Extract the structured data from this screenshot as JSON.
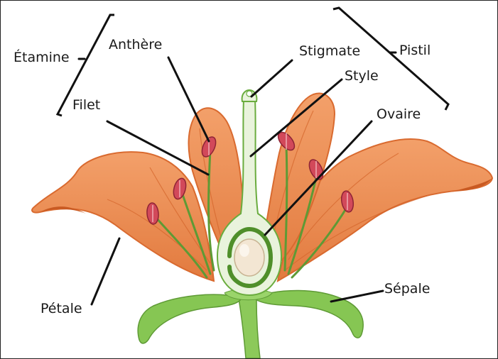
{
  "labels": {
    "etamine": "Étamine",
    "anthere": "Anthère",
    "filet": "Filet",
    "stigmate": "Stigmate",
    "pistil": "Pistil",
    "style": "Style",
    "ovaire": "Ovaire",
    "petale": "Pétale",
    "sepale": "Sépale"
  },
  "colors": {
    "petal": "#ee8a4f",
    "petal_shade": "#d9652c",
    "stem_green": "#6aac3e",
    "leaf_green": "#7cc24a",
    "anther": "#d2495a",
    "pistil_pale": "#e9f3dc",
    "ovule": "#f3e6d3",
    "leader_line": "#111111"
  }
}
